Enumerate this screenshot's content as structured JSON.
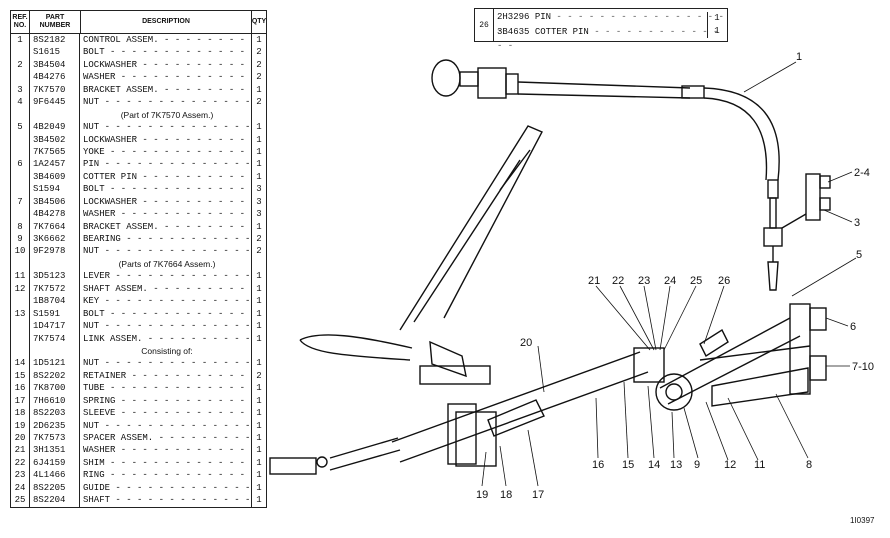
{
  "table": {
    "headers": {
      "ref": "REF. NO.",
      "part": "PART NUMBER",
      "desc": "DESCRIPTION",
      "qty": "QTY"
    },
    "rows": [
      {
        "ref": "1",
        "part": "8S2182",
        "desc": "CONTROL ASSEM.",
        "qty": "1"
      },
      {
        "ref": "",
        "part": "S1615",
        "desc": "BOLT",
        "qty": "2"
      },
      {
        "ref": "2",
        "part": "3B4504",
        "desc": "LOCKWASHER",
        "qty": "2"
      },
      {
        "ref": "",
        "part": "4B4276",
        "desc": "WASHER",
        "qty": "2"
      },
      {
        "ref": "3",
        "part": "7K7570",
        "desc": "BRACKET ASSEM.",
        "qty": "1"
      },
      {
        "ref": "4",
        "part": "9F6445",
        "desc": "NUT",
        "qty": "2"
      },
      {
        "ref": "",
        "part": "",
        "desc": "(Part of 7K7570 Assem.)",
        "qty": "",
        "note": true
      },
      {
        "ref": "5",
        "part": "4B2049",
        "desc": "NUT",
        "qty": "1"
      },
      {
        "ref": "",
        "part": "3B4502",
        "desc": "LOCKWASHER",
        "qty": "1"
      },
      {
        "ref": "",
        "part": "7K7565",
        "desc": "YOKE",
        "qty": "1"
      },
      {
        "ref": "6",
        "part": "1A2457",
        "desc": "PIN",
        "qty": "1"
      },
      {
        "ref": "",
        "part": "3B4609",
        "desc": "COTTER PIN",
        "qty": "1"
      },
      {
        "ref": "",
        "part": "S1594",
        "desc": "BOLT",
        "qty": "3"
      },
      {
        "ref": "7",
        "part": "3B4506",
        "desc": "LOCKWASHER",
        "qty": "3"
      },
      {
        "ref": "",
        "part": "4B4278",
        "desc": "WASHER",
        "qty": "3"
      },
      {
        "ref": "8",
        "part": "7K7664",
        "desc": "BRACKET ASSEM.",
        "qty": "1"
      },
      {
        "ref": "9",
        "part": "3K6662",
        "desc": "BEARING",
        "qty": "2"
      },
      {
        "ref": "10",
        "part": "9F2978",
        "desc": "NUT",
        "qty": "2"
      },
      {
        "ref": "",
        "part": "",
        "desc": "(Parts of 7K7664 Assem.)",
        "qty": "",
        "note": true
      },
      {
        "ref": "11",
        "part": "3D5123",
        "desc": "LEVER",
        "qty": "1"
      },
      {
        "ref": "12",
        "part": "7K7572",
        "desc": "SHAFT ASSEM.",
        "qty": "1"
      },
      {
        "ref": "",
        "part": "1B8704",
        "desc": "KEY",
        "qty": "1"
      },
      {
        "ref": "13",
        "part": "S1591",
        "desc": "BOLT",
        "qty": "1"
      },
      {
        "ref": "",
        "part": "1D4717",
        "desc": "NUT",
        "qty": "1"
      },
      {
        "ref": "",
        "part": "7K7574",
        "desc": "LINK ASSEM.",
        "qty": "1"
      },
      {
        "ref": "",
        "part": "",
        "desc": "Consisting of:",
        "qty": "",
        "note": true
      },
      {
        "ref": "14",
        "part": "1D5121",
        "desc": "NUT",
        "qty": "1"
      },
      {
        "ref": "15",
        "part": "8S2202",
        "desc": "RETAINER",
        "qty": "2"
      },
      {
        "ref": "16",
        "part": "7K8700",
        "desc": "TUBE",
        "qty": "1"
      },
      {
        "ref": "17",
        "part": "7H6610",
        "desc": "SPRING",
        "qty": "1"
      },
      {
        "ref": "18",
        "part": "8S2203",
        "desc": "SLEEVE",
        "qty": "1"
      },
      {
        "ref": "19",
        "part": "2D6235",
        "desc": "NUT",
        "qty": "1"
      },
      {
        "ref": "20",
        "part": "7K7573",
        "desc": "SPACER ASSEM.",
        "qty": "1"
      },
      {
        "ref": "21",
        "part": "3H1351",
        "desc": "WASHER",
        "qty": "1"
      },
      {
        "ref": "22",
        "part": "6J4159",
        "desc": "SHIM",
        "qty": "1"
      },
      {
        "ref": "23",
        "part": "4L1466",
        "desc": "RING",
        "qty": "1"
      },
      {
        "ref": "24",
        "part": "8S2205",
        "desc": "GUIDE",
        "qty": "1"
      },
      {
        "ref": "25",
        "part": "8S2204",
        "desc": "SHAFT",
        "qty": "1"
      }
    ]
  },
  "pin_table": {
    "ref": "26",
    "rows": [
      {
        "part": "2H3296",
        "desc": "PIN",
        "qty": "1"
      },
      {
        "part": "3B4635",
        "desc": "COTTER PIN",
        "qty": "1"
      }
    ]
  },
  "callouts": [
    "1",
    "2-4",
    "3",
    "5",
    "6",
    "7-10",
    "8",
    "11",
    "12",
    "9",
    "13",
    "14",
    "15",
    "16",
    "17",
    "18",
    "19",
    "20",
    "21",
    "22",
    "23",
    "24",
    "25",
    "26"
  ],
  "figure_id": "1I0397"
}
